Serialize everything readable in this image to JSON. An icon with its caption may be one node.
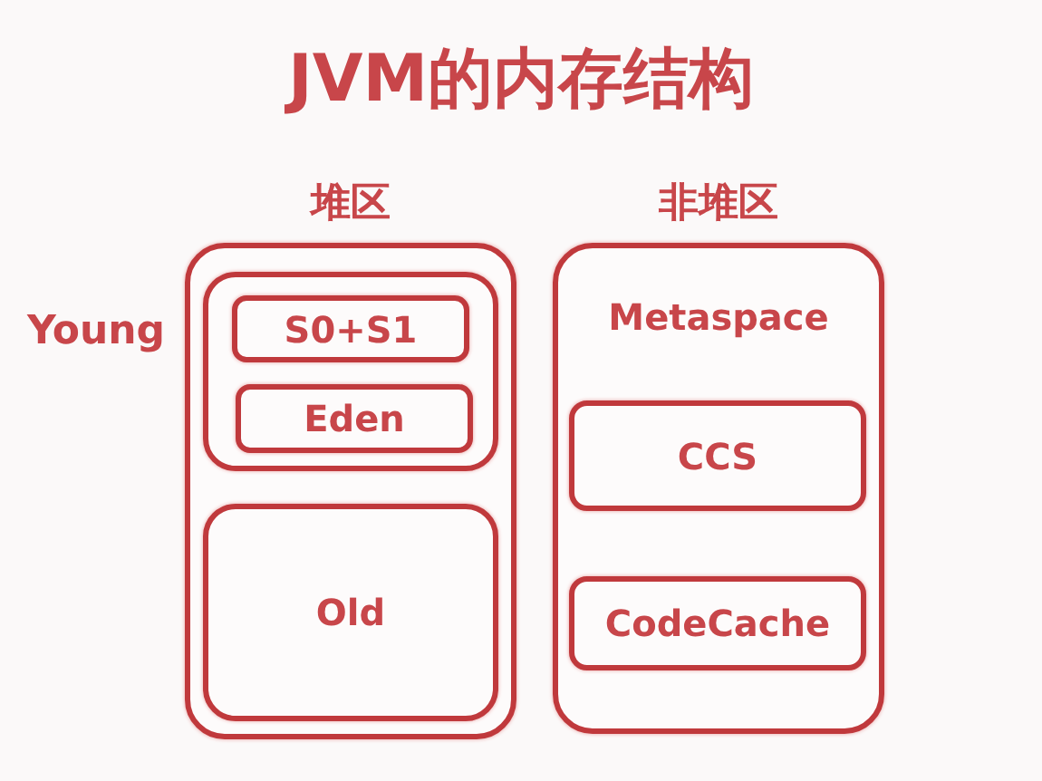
{
  "diagram": {
    "title": "JVM的内存结构",
    "nodes": [
      {
        "text": [
          "堆区"
        ]
      },
      {
        "text": [
          "Young"
        ],
        "in": 0
      },
      {
        "text": [
          "S0+S1"
        ],
        "in": 1
      },
      {
        "text": [
          "Eden"
        ],
        "in": 1
      },
      {
        "text": [
          "Old"
        ],
        "in": 0
      },
      {
        "text": [
          "非堆区",
          "Metaspace"
        ]
      },
      {
        "text": [
          "CCS"
        ],
        "in": 5
      },
      {
        "text": [
          "CodeCache"
        ],
        "in": 5
      }
    ]
  }
}
